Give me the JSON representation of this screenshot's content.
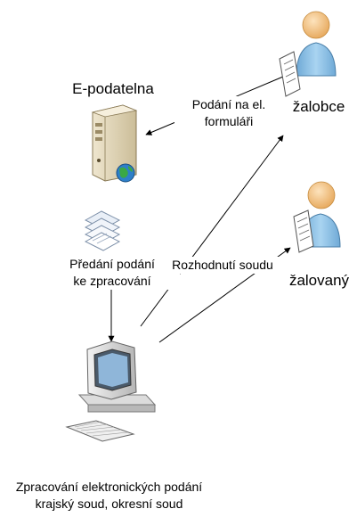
{
  "nodes": {
    "epodatelna": {
      "label": "E-podatelna",
      "icon": "server-icon"
    },
    "zalobce": {
      "label": "žalobce",
      "icon": "person-icon"
    },
    "zalovany": {
      "label": "žalovaný",
      "icon": "person-icon"
    },
    "court_pc": {
      "label_line1": "Zpracování elektronických podání",
      "label_line2": "krajský soud, okresní soud",
      "icon": "computer-icon"
    }
  },
  "edges": {
    "podani": {
      "line1": "Podání na el.",
      "line2": "formuláři",
      "icon": "document-icon"
    },
    "predani": {
      "line1": "Předání podání",
      "line2": "ke zpracování",
      "icon": "document-stack-icon"
    },
    "rozhodnuti": {
      "label": "Rozhodnutí soudu",
      "icon": "document-icon"
    }
  },
  "colors": {
    "person": "#8ec3e6",
    "person_head": "#f5c58a",
    "server": "#e8dcc0",
    "monitor": "#d9d9d9",
    "globe": "#2d7fc9"
  }
}
